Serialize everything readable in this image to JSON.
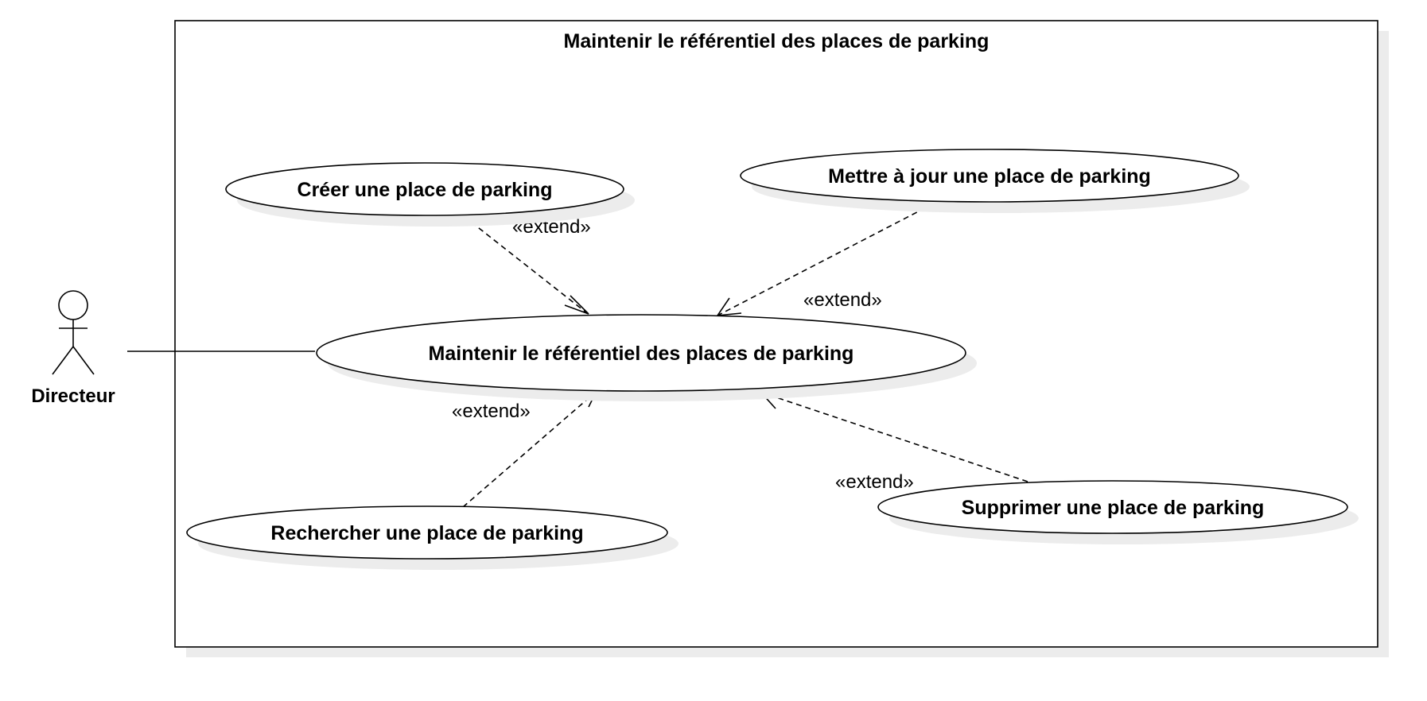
{
  "system": {
    "title": "Maintenir le référentiel des places de parking"
  },
  "actor": {
    "name": "Directeur"
  },
  "use_cases": {
    "main": "Maintenir le référentiel des places de parking",
    "create": "Créer une place de parking",
    "update": "Mettre à jour une place de parking",
    "search": "Rechercher une place de parking",
    "delete": "Supprimer une place de parking"
  },
  "relations": {
    "create_extend": "«extend»",
    "update_extend": "«extend»",
    "search_extend": "«extend»",
    "delete_extend": "«extend»"
  }
}
